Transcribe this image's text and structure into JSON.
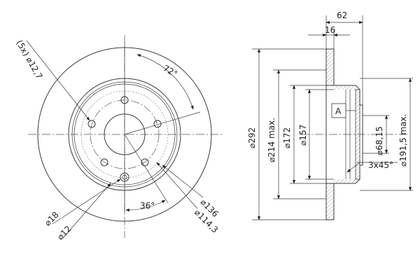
{
  "front_view": {
    "bolt_holes": "(5x) ⌀12,7",
    "angle_hole_spacing": "72°",
    "angle_offset": "36°",
    "bore_18": "⌀18",
    "bore_12": "⌀12",
    "pcd_136": "⌀136",
    "pcd_114": "⌀114,3"
  },
  "section_view": {
    "width_total": "62",
    "width_disc": "16",
    "dia_outer": "⌀292",
    "dia_friction": "⌀214 max.",
    "dia_172": "⌀172",
    "dia_157": "⌀157",
    "dia_hub": "⌀68,15",
    "dia_drum": "⌀191,5 max.",
    "chamfer": "3x45°",
    "datum": "A"
  }
}
